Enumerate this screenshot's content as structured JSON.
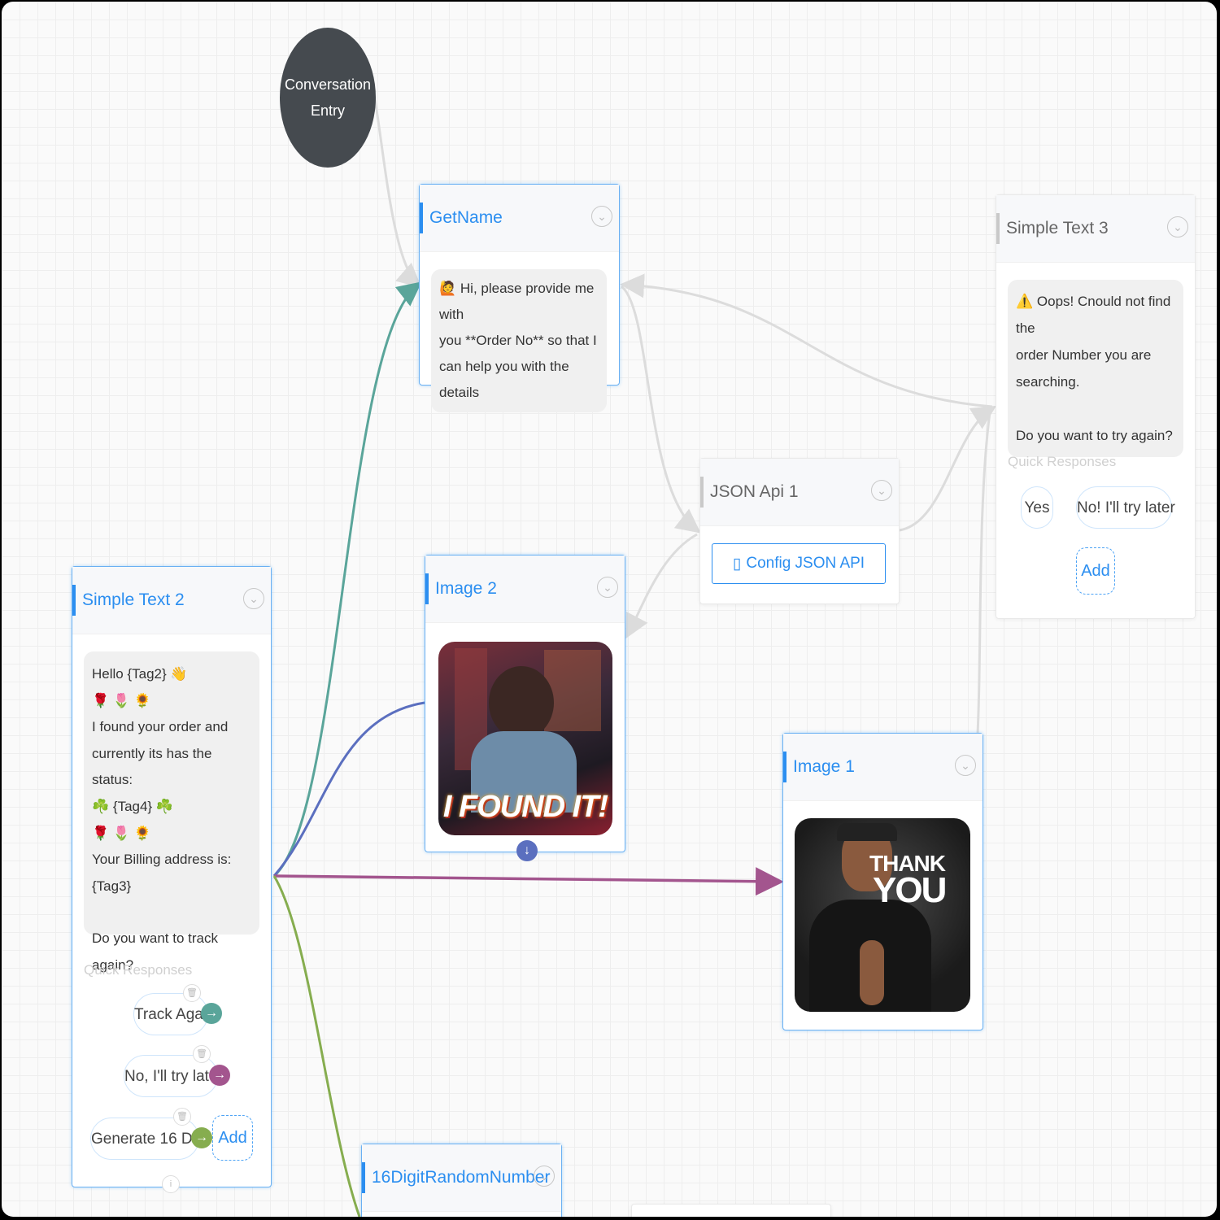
{
  "entry": {
    "line1": "Conversation",
    "line2": "Entry"
  },
  "get_name": {
    "title": "GetName",
    "message_lines": [
      "🙋 Hi, please provide me with",
      "you **Order No** so that I",
      "can help you with the details"
    ]
  },
  "simple_text_3": {
    "title": "Simple Text 3",
    "message_lines": [
      "⚠️ Oops! Cnould not find the",
      "order Number you are",
      "searching.",
      "",
      "Do you want to try again?"
    ],
    "quick_responses_label": "Quick Responses",
    "responses": [
      "Yes",
      "No! I'll try later"
    ],
    "add_label": "Add"
  },
  "json_api_1": {
    "title": "JSON Api 1",
    "button_label": "Config JSON API"
  },
  "image_2": {
    "title": "Image 2",
    "caption": "I FOUND IT!"
  },
  "image_1": {
    "title": "Image 1",
    "caption_line1": "THANK",
    "caption_line2": "YOU"
  },
  "simple_text_2": {
    "title": "Simple Text 2",
    "message_lines": [
      "Hello {Tag2} 👋",
      "🌹 🌷 🌻",
      "I found your order and",
      "currently its has the status:",
      "☘️ {Tag4} ☘️",
      "🌹 🌷 🌻",
      "Your Billing address is:",
      "{Tag3}",
      "",
      "Do you want to track again?"
    ],
    "quick_responses_label": "Quick Responses",
    "responses": [
      "Track Again",
      "No, I'll try later",
      "Generate 16 Digit"
    ],
    "add_label": "Add"
  },
  "random_number": {
    "title": "16DigitRandomNumber"
  },
  "colors": {
    "accent": "#2b8ef0",
    "teal": "#5aa59a",
    "purple": "#a3558e",
    "indigo": "#5b6fbf",
    "green": "#86ad4f"
  }
}
